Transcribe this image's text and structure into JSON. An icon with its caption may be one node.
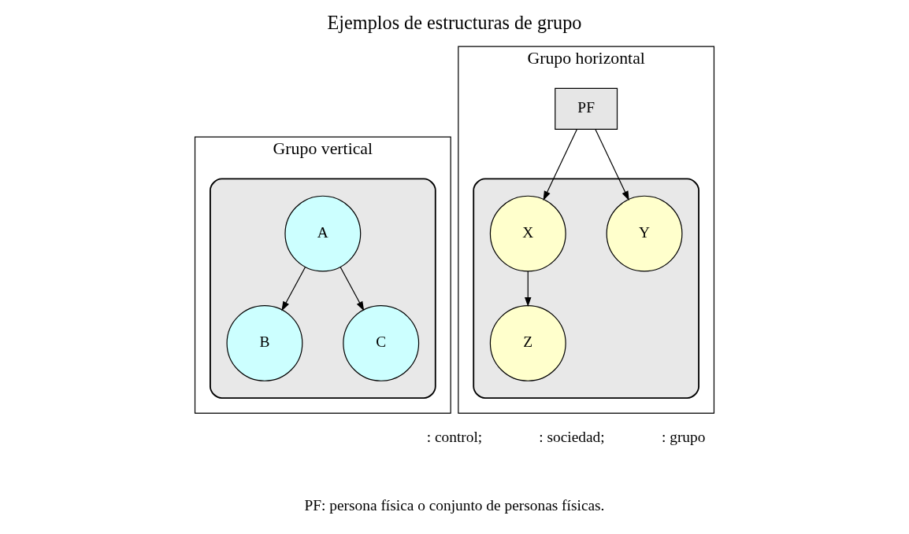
{
  "diagram": {
    "title": "Ejemplos de estructuras de grupo",
    "nodes": [
      {
        "text": [
          "Grupo vertical"
        ]
      },
      {
        "text": [],
        "shape": "cloud",
        "in": 0
      },
      {
        "text": [
          "A"
        ],
        "in": 1
      },
      {
        "text": [
          "B"
        ],
        "in": 1
      },
      {
        "text": [
          "C"
        ],
        "in": 1
      },
      {
        "text": [
          "Grupo horizontal"
        ]
      },
      {
        "text": [
          "PF"
        ],
        "in": 5
      },
      {
        "text": [],
        "shape": "cloud",
        "in": 5
      },
      {
        "text": [
          "X"
        ],
        "in": 7
      },
      {
        "text": [
          "Y"
        ],
        "in": 7
      },
      {
        "text": [
          "Z"
        ],
        "in": 7
      }
    ],
    "edges": [
      {
        "from": 2,
        "to": 3,
        "arrow": "to"
      },
      {
        "from": 2,
        "to": 4,
        "arrow": "to"
      },
      {
        "from": 6,
        "to": 8,
        "arrow": "to"
      },
      {
        "from": 6,
        "to": 9,
        "arrow": "to"
      },
      {
        "from": 8,
        "to": 10,
        "arrow": "to"
      }
    ],
    "labels": [
      "PF: persona física o conjunto de personas físicas."
    ],
    "legend": [
      {
        "text": ": control;"
      },
      {
        "text": ": sociedad;"
      },
      {
        "text": ": grupo"
      }
    ]
  }
}
